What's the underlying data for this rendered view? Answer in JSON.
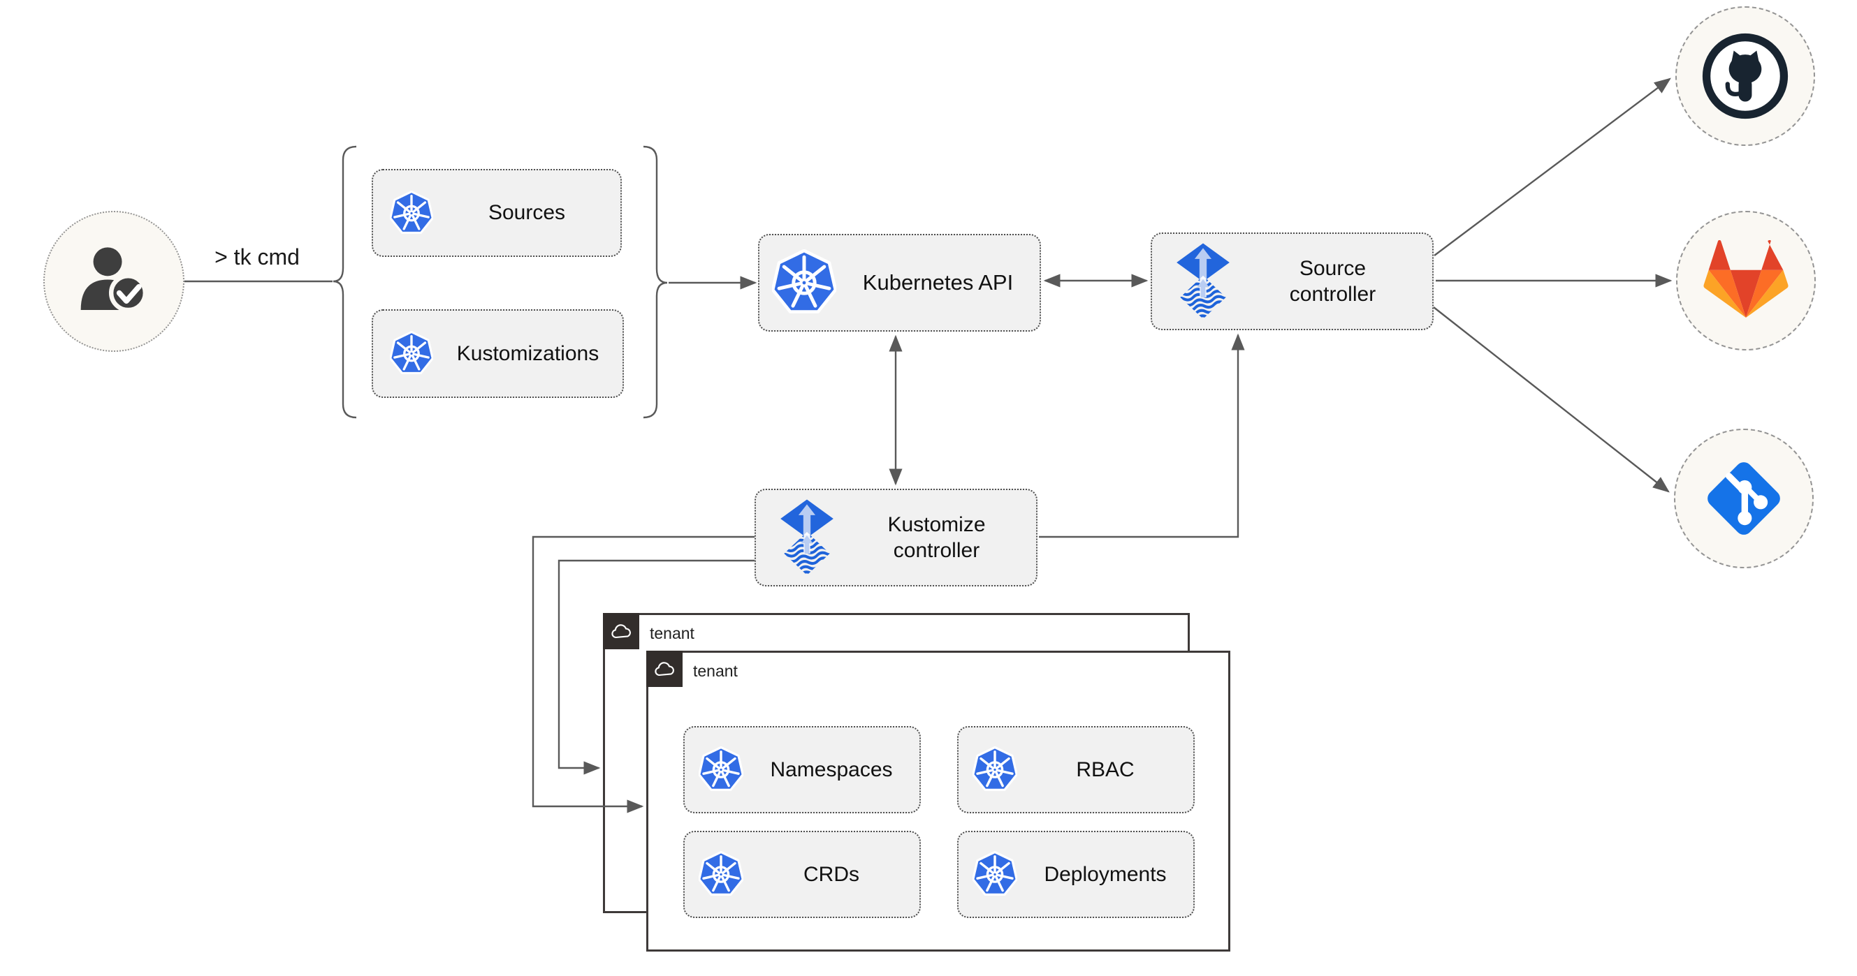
{
  "user": {
    "command_label": "> tk cmd"
  },
  "crs_group": {
    "items": [
      {
        "label": "Sources"
      },
      {
        "label": "Kustomizations"
      }
    ]
  },
  "kubernetes_api": {
    "label": "Kubernetes API"
  },
  "source_controller": {
    "label": "Source controller"
  },
  "kustomize_controller": {
    "label": "Kustomize controller"
  },
  "tenants": {
    "back": {
      "label": "tenant"
    },
    "front": {
      "label": "tenant"
    }
  },
  "tenant_resources": {
    "items": [
      {
        "label": "Namespaces"
      },
      {
        "label": "RBAC"
      },
      {
        "label": "CRDs"
      },
      {
        "label": "Deployments"
      }
    ]
  },
  "remotes": {
    "items": [
      {
        "icon": "github-icon"
      },
      {
        "icon": "gitlab-icon"
      },
      {
        "icon": "git-icon"
      }
    ]
  },
  "colors": {
    "kubernetes_blue": "#326ce5",
    "flux_blue": "#2265dc",
    "flux_arrow_light": "#b9cdf2",
    "flux_wave_blue": "#1e63da",
    "github_dark": "#182430",
    "gitlab_red": "#e24329",
    "gitlab_orange": "#fc6d26",
    "gitlab_amber": "#fca326",
    "git_blue": "#1573e8",
    "arrow_gray": "#595959",
    "node_fill": "#f1f1f1",
    "node_border": "#4e4e4e",
    "circle_fill": "#faf8f3",
    "circle_border": "#949494",
    "tenant_dark": "#322d2b",
    "tenant_border": "#3e3a39",
    "user_gray": "#3e3e3e"
  }
}
